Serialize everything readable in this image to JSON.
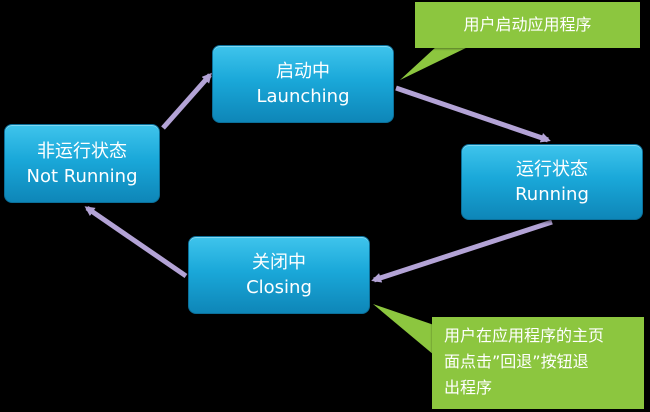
{
  "states": {
    "launching": {
      "line1": "启动中",
      "line2": "Launching"
    },
    "not_running": {
      "line1": "非运行状态",
      "line2": "Not Running"
    },
    "running": {
      "line1": "运行状态",
      "line2": "Running"
    },
    "closing": {
      "line1": "关闭中",
      "line2": "Closing"
    }
  },
  "callouts": {
    "start": "用户启动应用程序",
    "exit": {
      "line1": "用户在应用程序的主页",
      "line2": "面点击”回退”按钮退",
      "line3": "出程序"
    }
  },
  "colors": {
    "background": "#000000",
    "state_box": "#1aa8d9",
    "arrow": "#b3a3d6",
    "callout": "#8cc63f",
    "text": "#ffffff"
  }
}
